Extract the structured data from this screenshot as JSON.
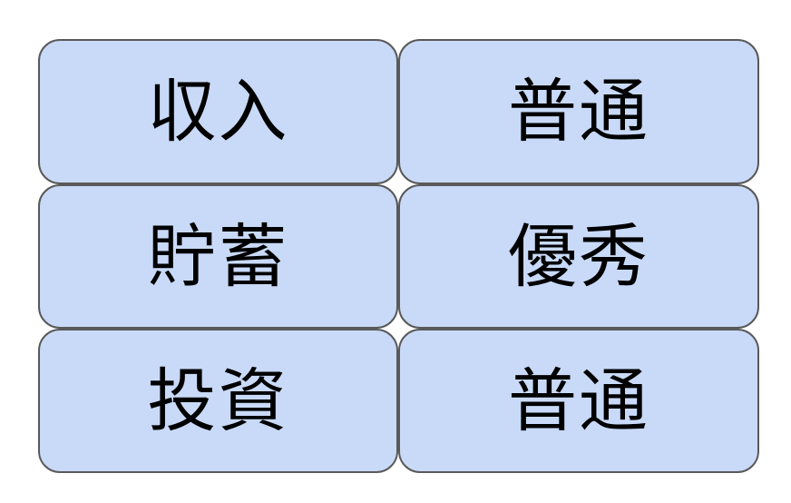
{
  "colors": {
    "cell_fill": "#c9daf8",
    "cell_border": "#595959",
    "text": "#000000"
  },
  "rows": [
    {
      "label": "収入",
      "value": "普通"
    },
    {
      "label": "貯蓄",
      "value": "優秀"
    },
    {
      "label": "投資",
      "value": "普通"
    }
  ]
}
